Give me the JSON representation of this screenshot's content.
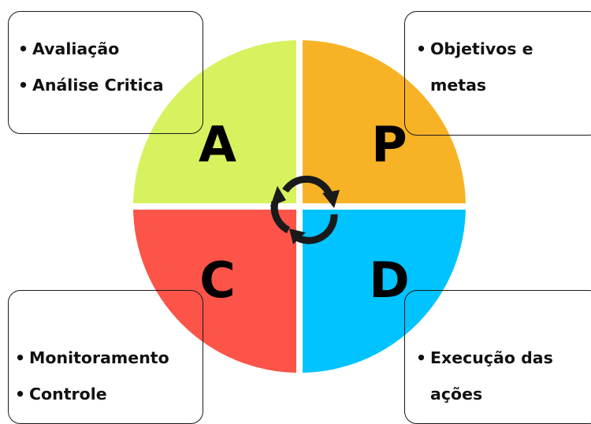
{
  "colors": {
    "act": "#d6f25e",
    "plan": "#f7b325",
    "check": "#fc5449",
    "do": "#00c3ff",
    "arrows": "#1a1a1a"
  },
  "quadrants": {
    "act": {
      "letter": "A"
    },
    "plan": {
      "letter": "P"
    },
    "check": {
      "letter": "C"
    },
    "do": {
      "letter": "D"
    }
  },
  "center_icon": "cycle-arrows-icon",
  "notes": {
    "act": [
      "Avaliação",
      "Análise Critica"
    ],
    "plan": [
      "Objetivos e metas"
    ],
    "check": [
      "Monitoramento",
      "Controle"
    ],
    "do": [
      "Execução das ações"
    ]
  }
}
